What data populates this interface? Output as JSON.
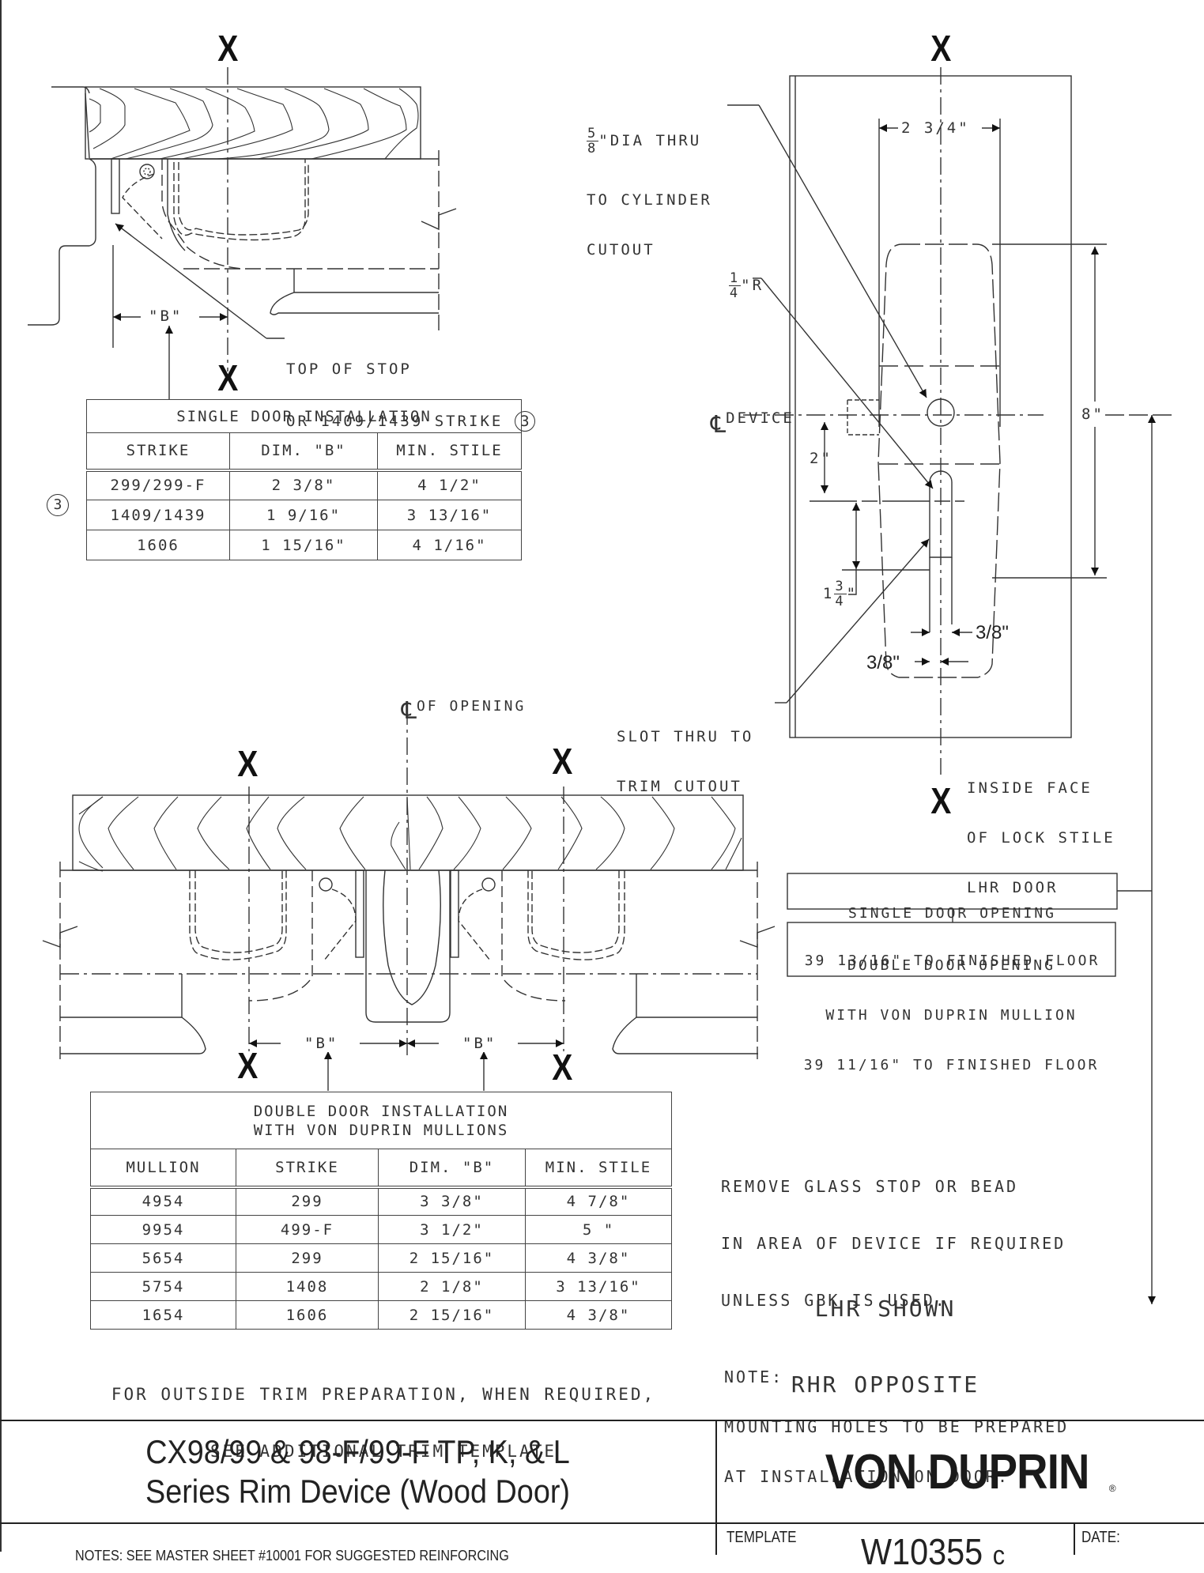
{
  "section_markers": {
    "x": "X"
  },
  "single_door_detail": {
    "dim_b_label": "\"B\"",
    "callout_top_of_stop_line1": "TOP OF STOP",
    "callout_top_of_stop_line2": "OR 1409/1439 STRIKE",
    "callout_ref": "3"
  },
  "single_door_table": {
    "title": "SINGLE DOOR INSTALLATION",
    "columns": [
      "STRIKE",
      "DIM. \"B\"",
      "MIN. STILE"
    ],
    "rows": [
      {
        "ref": "",
        "strike": "299/299-F",
        "dim_b": "2 3/8\"",
        "min_stile": "4 1/2\""
      },
      {
        "ref": "3",
        "strike": "1409/1439",
        "dim_b": "1 9/16\"",
        "min_stile": "3 13/16\""
      },
      {
        "ref": "",
        "strike": "1606",
        "dim_b": "1 15/16\"",
        "min_stile": "4 1/16\""
      }
    ]
  },
  "device_template": {
    "dia_thru_num": "5",
    "dia_thru_den": "8",
    "dia_thru_text": "\"DIA THRU",
    "dia_thru_line2": "TO CYLINDER",
    "dia_thru_line3": "CUTOUT",
    "radius_num": "1",
    "radius_den": "4",
    "radius_text": "\"R",
    "width_dim": "2 3/4\"",
    "centerline_label": "DEVICE",
    "centerline_symbol": "CL",
    "dim_2": "2\"",
    "dim_1_3_4_whole": "1",
    "dim_1_3_4_num": "3",
    "dim_1_3_4_den": "4",
    "dim_1_3_4_mark": "\"",
    "dim_8": "8\"",
    "slot_width_right": "3/8\"",
    "slot_width_left": "3/8\"",
    "slot_callout_line1": "SLOT THRU TO",
    "slot_callout_line2": "TRIM CUTOUT",
    "inside_face_line1": "INSIDE FACE",
    "inside_face_line2": "OF LOCK STILE",
    "inside_face_line3": "LHR DOOR"
  },
  "opening_heights": {
    "single_line1": "SINGLE DOOR OPENING",
    "single_line2": "39 13/16\" TO FINISHED FLOOR",
    "double_line1": "DOUBLE DOOR OPENING",
    "double_line2": "WITH VON DUPRIN MULLION",
    "double_line3": "39 11/16\" TO FINISHED FLOOR"
  },
  "double_door_detail": {
    "centerline_label": "OF OPENING",
    "dim_b_left": "\"B\"",
    "dim_b_right": "\"B\""
  },
  "double_door_table": {
    "title_line1": "DOUBLE DOOR INSTALLATION",
    "title_line2": "WITH VON DUPRIN MULLIONS",
    "columns": [
      "MULLION",
      "STRIKE",
      "DIM. \"B\"",
      "MIN. STILE"
    ],
    "rows": [
      {
        "mullion": "4954",
        "strike": "299",
        "dim_b": "3 3/8\"",
        "min_stile": "4 7/8\""
      },
      {
        "mullion": "9954",
        "strike": "499-F",
        "dim_b": "3 1/2\"",
        "min_stile": "5 \""
      },
      {
        "mullion": "5654",
        "strike": "299",
        "dim_b": "2 15/16\"",
        "min_stile": "4 3/8\""
      },
      {
        "mullion": "5754",
        "strike": "1408",
        "dim_b": "2 1/8\"",
        "min_stile": "3 13/16\""
      },
      {
        "mullion": "1654",
        "strike": "1606",
        "dim_b": "2 15/16\"",
        "min_stile": "4 3/8\""
      }
    ]
  },
  "notes": {
    "glass_stop_line1": "REMOVE GLASS STOP OR BEAD",
    "glass_stop_line2": "IN AREA OF DEVICE IF REQUIRED",
    "glass_stop_line3": "UNLESS GBK IS USED.",
    "hand_line1": "LHR SHOWN",
    "hand_line2": "RHR OPPOSITE",
    "trim_line1": "FOR OUTSIDE TRIM PREPARATION, WHEN REQUIRED,",
    "trim_line2": "SEE ADDITIONAL TRIM TEMPLATE",
    "mounting_heading": "NOTE:",
    "mounting_line1": "MOUNTING HOLES TO BE PREPARED",
    "mounting_line2": "AT INSTALLATION ON DOOR."
  },
  "title_block": {
    "title_line1": "CX98/99 & 98-F/99-F TP, K, & L",
    "title_line2": "Series Rim Device (Wood Door)",
    "brand": "VON DUPRIN",
    "brand_reg": "®",
    "notes_text": "NOTES: SEE MASTER SHEET #10001 FOR SUGGESTED REINFORCING",
    "template_label": "TEMPLATE",
    "template_number": "W10355",
    "template_rev": "c",
    "date_label": "DATE:"
  }
}
